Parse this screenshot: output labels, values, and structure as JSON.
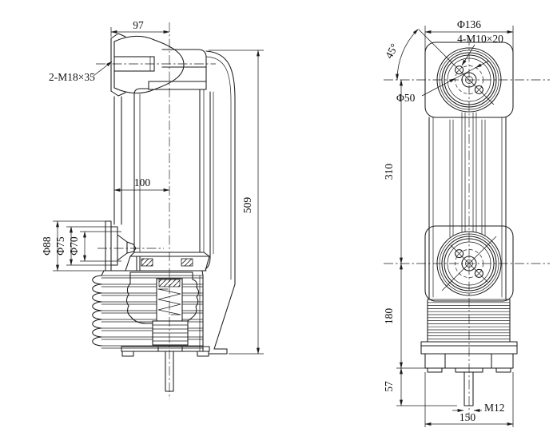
{
  "title": "vacuum circuit breaker pole - two view engineering drawing",
  "colors": {
    "background": "#ffffff",
    "line": "#1b1b1b"
  },
  "side_view": {
    "dim_top_width": "97",
    "label_upper_terminal_holes": "2-M18×35",
    "dim_center_offset": "100",
    "dim_overall_height": "509",
    "dim_lower_boss_outer": "Φ88",
    "dim_lower_boss_mid": "Φ75",
    "dim_lower_boss_inner": "Φ70"
  },
  "front_view": {
    "dim_flange_diameter": "Φ136",
    "label_flange_holes": "4-M10×20",
    "dim_hole_angle": "45°",
    "dim_bolt_circle": "Φ50",
    "dim_flange_to_lower_terminal": "310",
    "dim_lower_terminal_to_base": "180",
    "dim_stem_length": "57",
    "label_stem_thread": "M12",
    "dim_base_width": "150"
  }
}
